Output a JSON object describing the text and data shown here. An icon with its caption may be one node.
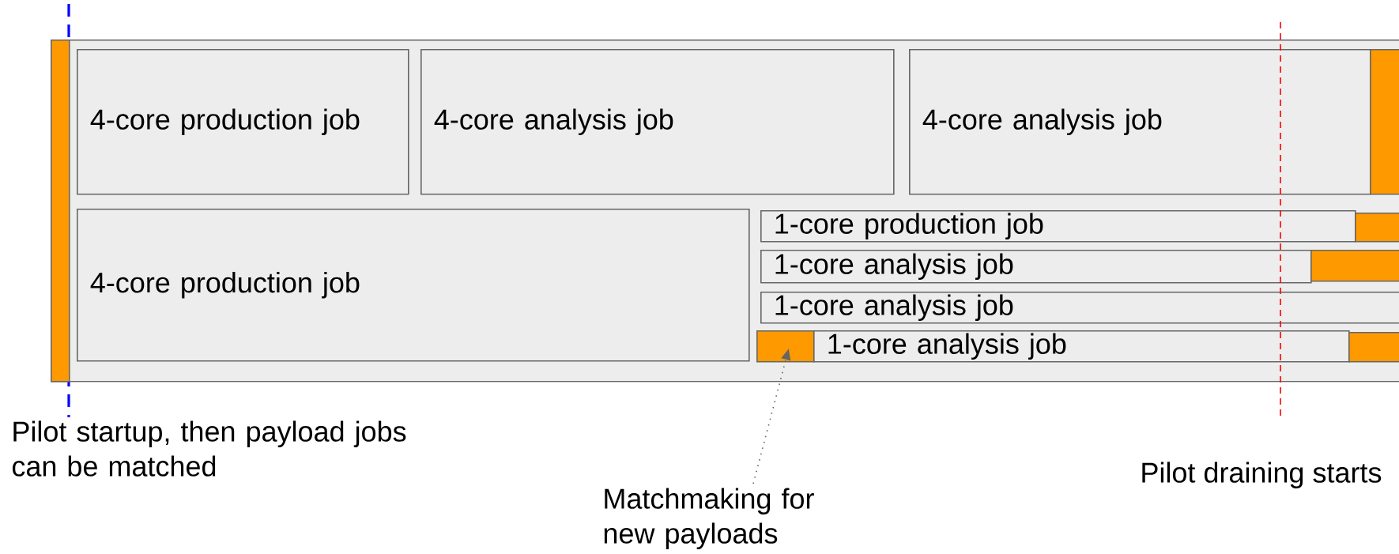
{
  "diagram": {
    "nodes": [
      {
        "text": [],
        "shape": "box"
      },
      {
        "text": [],
        "shape": "bar",
        "in": 0
      },
      {
        "text": [
          "4-core production job"
        ],
        "in": 0
      },
      {
        "text": [
          "4-core analysis job"
        ],
        "in": 0
      },
      {
        "text": [
          "4-core analysis job"
        ],
        "in": 0
      },
      {
        "text": [],
        "shape": "bar",
        "in": 0
      },
      {
        "text": [
          "4-core production job"
        ],
        "in": 0
      },
      {
        "text": [
          "1-core production job"
        ],
        "in": 0
      },
      {
        "text": [],
        "shape": "bar",
        "in": 0
      },
      {
        "text": [
          "1-core analysis job"
        ],
        "in": 0
      },
      {
        "text": [],
        "shape": "bar",
        "in": 0
      },
      {
        "text": [
          "1-core analysis job"
        ],
        "in": 0
      },
      {
        "text": [],
        "shape": "bar",
        "in": 0
      },
      {
        "text": [
          "1-core analysis job"
        ],
        "in": 0
      },
      {
        "text": [],
        "shape": "bar",
        "in": 0
      },
      {
        "text": [
          "Matchmaking for new payloads"
        ]
      }
    ],
    "edges": [
      {
        "from": 15,
        "to": 12,
        "arrow": "to",
        "style": "dashed"
      }
    ],
    "labels": [
      "Pilot startup, then payload jobs can be matched",
      "Pilot draining starts"
    ]
  }
}
